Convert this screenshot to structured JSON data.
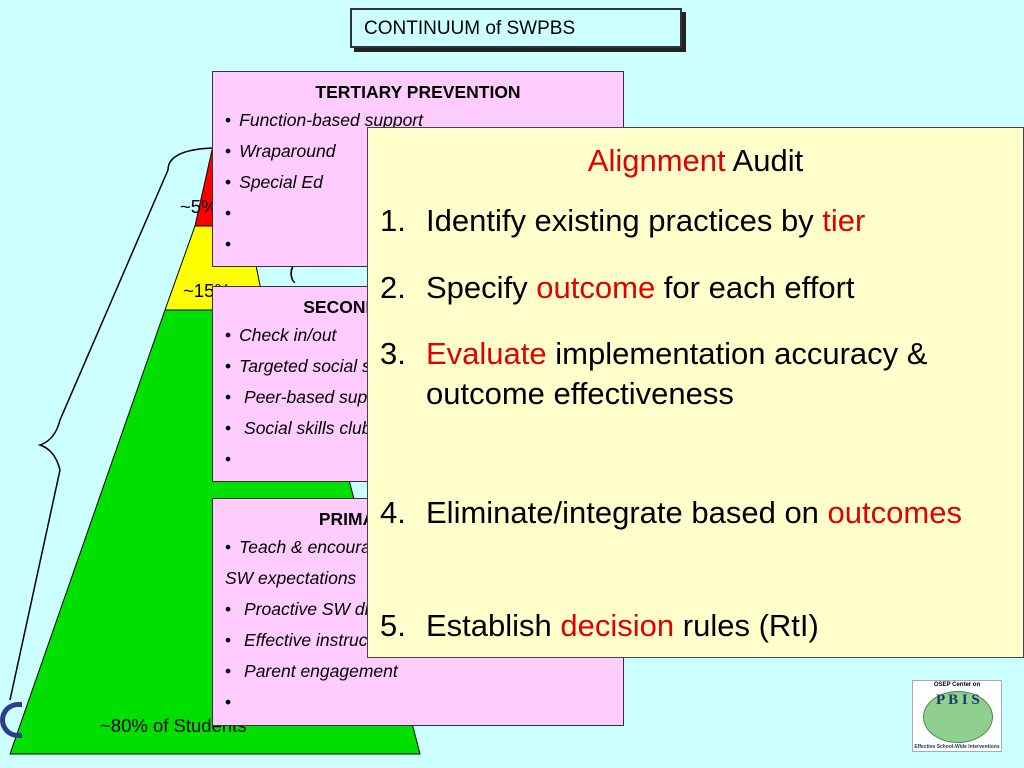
{
  "title": "CONTINUUM of SWPBS",
  "colors": {
    "background": "#ccffff",
    "red_tier": "#ff0000",
    "yellow_tier": "#ffff00",
    "green_tier": "#00e000",
    "tier_box": "#ffccff",
    "audit_box": "#ffffcc",
    "highlight": "#e00000"
  },
  "pyramid": {
    "top_label": "~5%",
    "middle_label": "~15%",
    "bottom_label": "~80% of Students"
  },
  "tertiary": {
    "title": "TERTIARY PREVENTION",
    "items": [
      "Function-based support",
      "Wraparound",
      "Special Ed",
      "",
      ""
    ]
  },
  "secondary": {
    "title": "SECONDARY PREVENTION",
    "items": [
      "Check in/out",
      "Targeted social skills",
      "Peer-based supports",
      "Social skills club",
      ""
    ]
  },
  "primary": {
    "title": "PRIMARY PREVENTION",
    "first_item_line1": "Teach & encourage",
    "first_item_line2": "SW expectations",
    "items": [
      "Proactive SW discipline",
      "Effective instruction",
      "Parent engagement",
      ""
    ]
  },
  "audit": {
    "heading_red": "Alignment",
    "heading_black": " Audit",
    "steps": [
      {
        "num": "1.",
        "a": "Identify existing practices by ",
        "red": "tier",
        "b": ""
      },
      {
        "num": "2.",
        "a": "Specify ",
        "red": "outcome",
        "b": " for each effort"
      },
      {
        "num": "3.",
        "a": "",
        "red": "Evaluate",
        "b": " implementation accuracy & outcome effectiveness"
      },
      {
        "num": "4.",
        "a": "Eliminate/integrate based on ",
        "red": "outcomes",
        "b": ""
      },
      {
        "num": "5.",
        "a": "Establish ",
        "red": "decision",
        "b": " rules (RtI)"
      }
    ]
  },
  "logo": {
    "top_text": "OSEP Center on",
    "letters": "P B I S",
    "bottom_text": "Effective School-Wide Interventions"
  }
}
